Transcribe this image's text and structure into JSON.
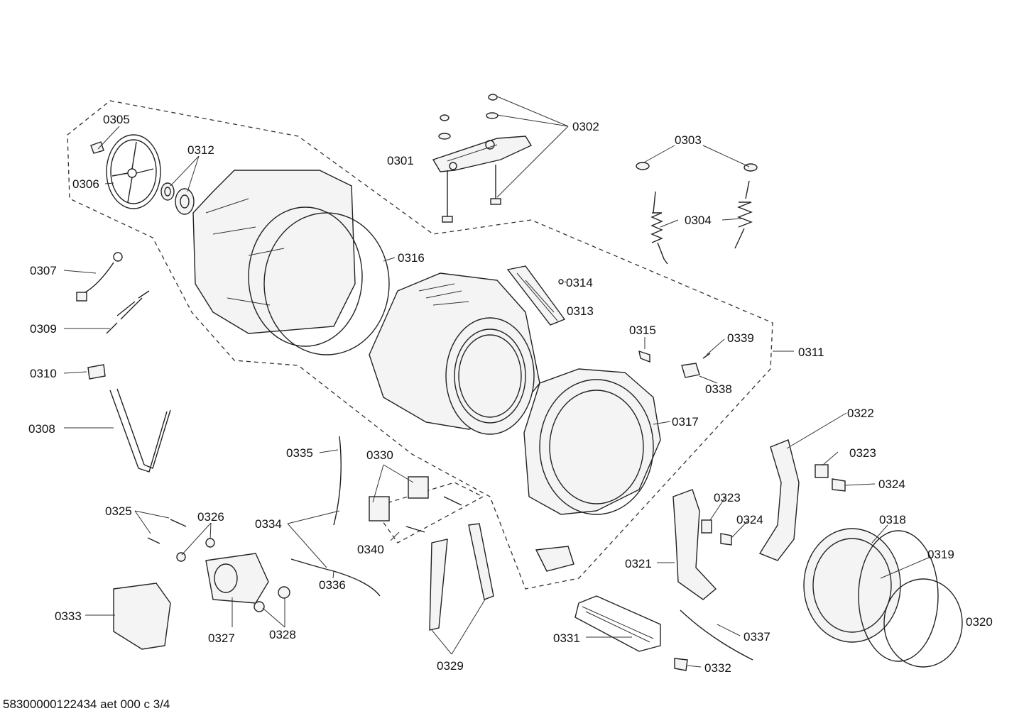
{
  "labels": {
    "p0301": "0301",
    "p0302": "0302",
    "p0303": "0303",
    "p0304": "0304",
    "p0305": "0305",
    "p0306": "0306",
    "p0307": "0307",
    "p0308": "0308",
    "p0309": "0309",
    "p0310": "0310",
    "p0311": "0311",
    "p0312": "0312",
    "p0313": "0313",
    "p0314": "0314",
    "p0315": "0315",
    "p0316": "0316",
    "p0317": "0317",
    "p0318": "0318",
    "p0319": "0319",
    "p0320": "0320",
    "p0321": "0321",
    "p0322": "0322",
    "p0323a": "0323",
    "p0323b": "0323",
    "p0324a": "0324",
    "p0324b": "0324",
    "p0325": "0325",
    "p0326": "0326",
    "p0327": "0327",
    "p0328": "0328",
    "p0329": "0329",
    "p0330": "0330",
    "p0331": "0331",
    "p0332": "0332",
    "p0333": "0333",
    "p0334": "0334",
    "p0335": "0335",
    "p0336": "0336",
    "p0337": "0337",
    "p0338": "0338",
    "p0339": "0339",
    "p0340": "0340"
  },
  "footer": "58300000122434 aet 000 c 3/4"
}
